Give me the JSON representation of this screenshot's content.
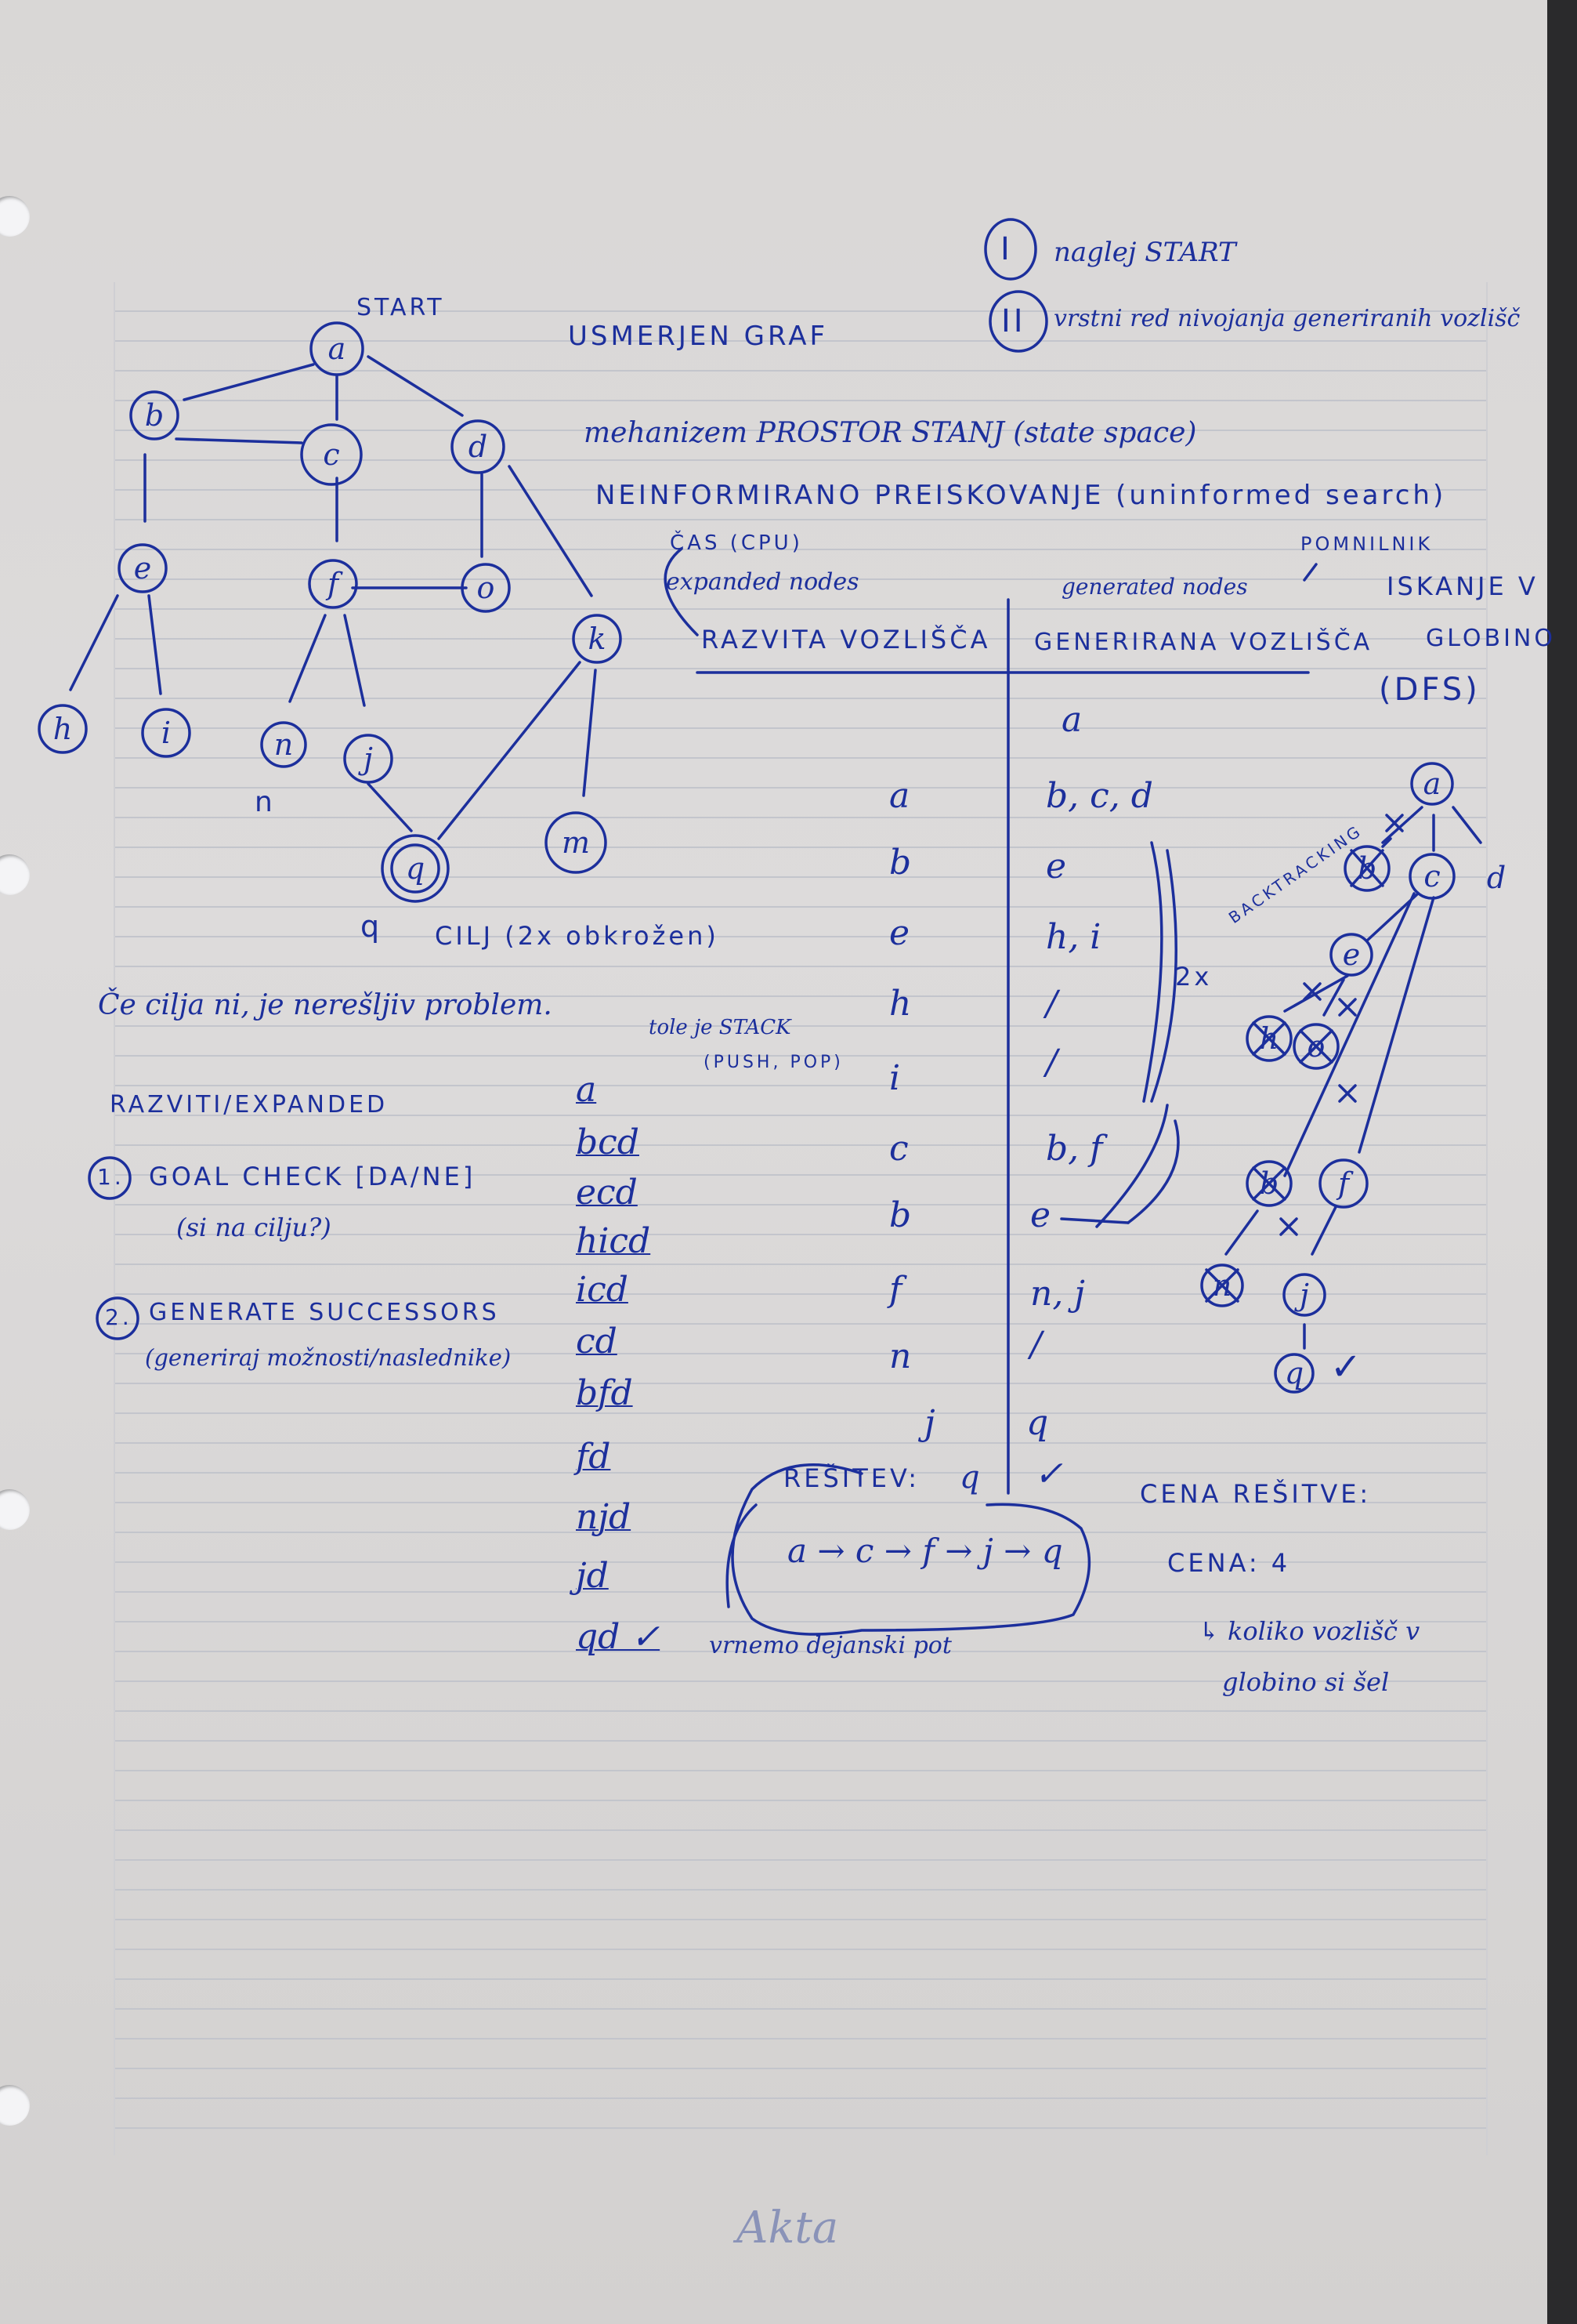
{
  "notes": {
    "step1": "naglej START",
    "step2": "vrstni red nivojanja generiranih vozlišč",
    "start_label": "START",
    "title": "USMERJEN GRAF",
    "state_space": "mehanizem PROSTOR STANJ (state space)",
    "uninformed": "NEINFORMIRANO PREISKOVANJE (uninformed search)",
    "cas_cpu": "ČAS (CPU)",
    "expanded_en": "expanded nodes",
    "generated_en": "generated nodes",
    "pomnilnik": "POMNILNIK",
    "col_expanded": "RAZVITA VOZLIŠČA",
    "col_generated": "GENERIRANA VOZLIŠČA",
    "dfs_title_1": "ISKANJE V",
    "dfs_title_2": "GLOBINO",
    "dfs_title_3": "(DFS)",
    "goal_note": "CILJ (2x obkrožen)",
    "no_goal": "Če cilja ni, je nerešljiv problem.",
    "stack_note_1": "tole je STACK",
    "stack_note_2": "(PUSH, POP)",
    "expanded_heading": "RAZVITI/EXPANDED",
    "goal_check": "GOAL CHECK [DA/NE]",
    "goal_check_sub": "(si na cilju?)",
    "gen_succ": "GENERATE SUCCESSORS",
    "gen_succ_sub": "(generiraj možnosti/naslednike)",
    "backtracking": "BACKTRACKING",
    "twox": "2x",
    "solution_label": "REŠITEV:",
    "solution_q": "q",
    "solution_path": "a → c → f → j → q",
    "reverse_note": "vrnemo dejanski pot",
    "cost_title": "CENA REŠITVE:",
    "cost_value": "CENA: 4",
    "cost_note_1": "↳ koliko vozlišč v",
    "cost_note_2": "globino si šel",
    "roman1": "I",
    "roman2": "II",
    "num1": "1.",
    "num2": "2.",
    "footer": "Akta"
  },
  "graph_nodes": [
    "a",
    "b",
    "c",
    "d",
    "e",
    "f",
    "o",
    "k",
    "h",
    "i",
    "n",
    "j",
    "m",
    "q"
  ],
  "graph_labels": {
    "n_label": "n",
    "q_label": "q"
  },
  "table": {
    "expanded": [
      "a",
      "b",
      "e",
      "h",
      "i",
      "c",
      "b",
      "f",
      "n",
      "j"
    ],
    "generated": [
      "a",
      "b, c, d",
      "e",
      "h, i",
      "/",
      "/",
      "b, f",
      "e",
      "n, j",
      "/",
      "q",
      "✓"
    ]
  },
  "stack": [
    "a",
    "bcd",
    "ecd",
    "hicd",
    "icd",
    "cd",
    "bfd",
    "fd",
    "njd",
    "jd",
    "qd ✓"
  ],
  "dfs_nodes": [
    "a",
    "b",
    "c",
    "d",
    "e",
    "h",
    "o",
    "b",
    "f",
    "n",
    "j",
    "q"
  ],
  "check": "✓"
}
